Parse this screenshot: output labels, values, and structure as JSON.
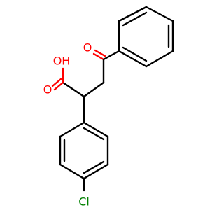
{
  "molecule": {
    "atoms": {
      "carbonyl_oxygen": "O",
      "hydroxyl": "OH",
      "acid_oxygen": "O",
      "chlorine": "Cl"
    },
    "colors": {
      "bond": "#000000",
      "oxygen": "#ff0000",
      "chlorine": "#008000",
      "background": "#ffffff"
    }
  }
}
